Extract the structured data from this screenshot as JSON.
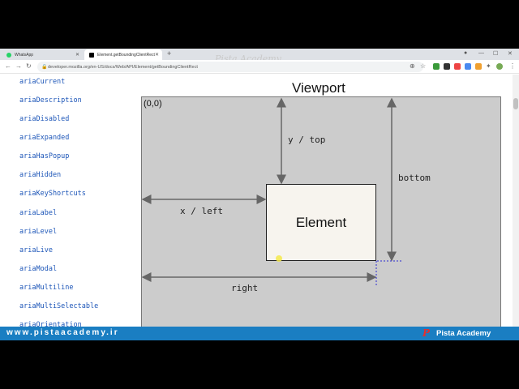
{
  "tabs": [
    {
      "label": "WhatsApp",
      "active": false,
      "favicon_color": "#25d366"
    },
    {
      "label": "Element.getBoundingClientRect",
      "active": true,
      "favicon_color": "#000000"
    }
  ],
  "watermark": "Pista Academy",
  "address_bar": {
    "url": "developer.mozilla.org/en-US/docs/Web/API/Element/getBoundingClientRect"
  },
  "sidebar": {
    "items": [
      "ariaCurrent",
      "ariaDescription",
      "ariaDisabled",
      "ariaExpanded",
      "ariaHasPopup",
      "ariaHidden",
      "ariaKeyShortcuts",
      "ariaLabel",
      "ariaLevel",
      "ariaLive",
      "ariaModal",
      "ariaMultiline",
      "ariaMultiSelectable",
      "ariaOrientation"
    ],
    "link_color": "#1d56b8"
  },
  "diagram": {
    "title": "Viewport",
    "origin": "(0,0)",
    "element_label": "Element",
    "labels": {
      "top": "y / top",
      "left": "x / left",
      "bottom": "bottom",
      "right": "right"
    },
    "viewport_color": "#cccccc",
    "element_color": "#f7f4ee"
  },
  "banner": {
    "url": "www.pistaacademy.ir",
    "logo": "P",
    "brand": "Pista Academy",
    "color": "#1a7ec2"
  }
}
